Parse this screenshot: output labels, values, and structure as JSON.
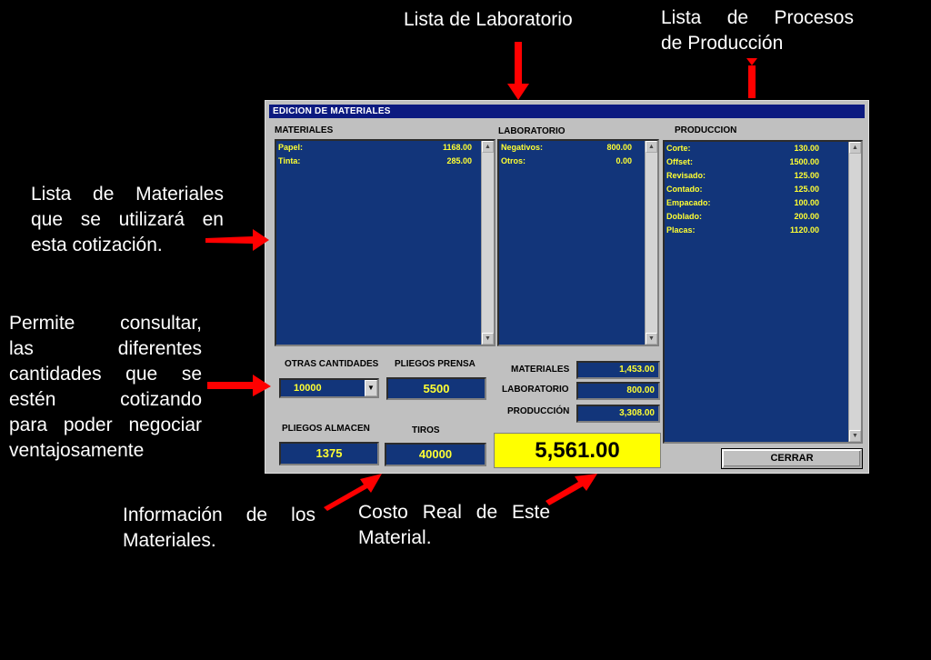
{
  "annotations": {
    "laboratorio": "Lista de Laboratorio",
    "produccion": [
      "Lista de Procesos",
      "de Producción"
    ],
    "materiales": [
      "Lista de Materiales",
      "que se utilizará en",
      "esta cotización."
    ],
    "cantidades": [
      "Permite consultar,",
      "las diferentes",
      "cantidades que se",
      "estén cotizando",
      "para poder negociar",
      "ventajosamente"
    ],
    "informacion": [
      "Información de los",
      "Materiales."
    ],
    "costo": [
      "Costo Real de Este",
      "Material."
    ]
  },
  "window": {
    "title": "EDICION DE MATERIALES",
    "materiales": {
      "label": "MATERIALES",
      "items": [
        {
          "name": "Papel:",
          "value": "1168.00"
        },
        {
          "name": "Tinta:",
          "value": "285.00"
        }
      ]
    },
    "laboratorio": {
      "label": "LABORATORIO",
      "items": [
        {
          "name": "Negativos:",
          "value": "800.00"
        },
        {
          "name": "Otros:",
          "value": "0.00"
        }
      ]
    },
    "produccion": {
      "label": "PRODUCCION",
      "items": [
        {
          "name": "Corte:",
          "value": "130.00"
        },
        {
          "name": "Offset:",
          "value": "1500.00"
        },
        {
          "name": "Revisado:",
          "value": "125.00"
        },
        {
          "name": "Contado:",
          "value": "125.00"
        },
        {
          "name": "Empacado:",
          "value": "100.00"
        },
        {
          "name": "Doblado:",
          "value": "200.00"
        },
        {
          "name": "Placas:",
          "value": "1120.00"
        }
      ]
    },
    "otras_cantidades": {
      "label": "OTRAS CANTIDADES",
      "value": "10000"
    },
    "pliegos_prensa": {
      "label": "PLIEGOS PRENSA",
      "value": "5500"
    },
    "pliegos_almacen": {
      "label": "PLIEGOS ALMACEN",
      "value": "1375"
    },
    "tiros": {
      "label": "TIROS",
      "value": "40000"
    },
    "totales": {
      "materiales_label": "MATERIALES",
      "materiales_value": "1,453.00",
      "laboratorio_label": "LABORATORIO",
      "laboratorio_value": "800.00",
      "produccion_label": "PRODUCCIÓN",
      "produccion_value": "3,308.00"
    },
    "total": "5,561.00",
    "close_label": "CERRAR"
  },
  "colors": {
    "arrow": "#ff0000",
    "list_bg": "#12357a",
    "list_text": "#ffff33",
    "titlebar": "#0c1a80",
    "total_bg": "#ffff00"
  }
}
